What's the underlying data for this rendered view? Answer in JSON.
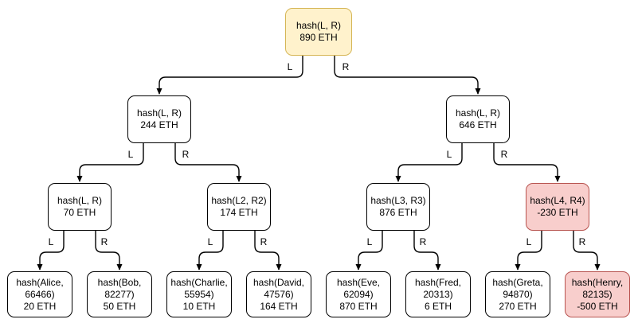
{
  "diagram": {
    "kind": "merkle-sum-tree",
    "currency": "ETH",
    "colors": {
      "background": "#FFFFFF",
      "root_fill": "#FFF2CC",
      "root_border": "#D6B656",
      "default_fill": "#FFFFFF",
      "default_border": "#000000",
      "negative_fill": "#F8CECC",
      "negative_border": "#B85450",
      "edge_stroke": "#000000",
      "text": "#000000"
    },
    "nodes": [
      {
        "id": "root",
        "label": "hash(L, R)",
        "value": "890 ETH",
        "style": "yellow"
      },
      {
        "id": "internal-244",
        "label": "hash(L, R)",
        "value": "244 ETH",
        "style": "default"
      },
      {
        "id": "internal-646",
        "label": "hash(L, R)",
        "value": "646 ETH",
        "style": "default"
      },
      {
        "id": "internal-70",
        "label": "hash(L, R)",
        "value": "70 ETH",
        "style": "default"
      },
      {
        "id": "internal-174",
        "label": "hash(L2, R2)",
        "value": "174 ETH",
        "style": "default"
      },
      {
        "id": "internal-876",
        "label": "hash(L3, R3)",
        "value": "876 ETH",
        "style": "default"
      },
      {
        "id": "internal-neg230",
        "label": "hash(L4, R4)",
        "value": "-230 ETH",
        "style": "red"
      },
      {
        "id": "leaf-alice",
        "label": "hash(Alice, 66466)",
        "value": "20 ETH",
        "style": "default"
      },
      {
        "id": "leaf-bob",
        "label": "hash(Bob, 82277)",
        "value": "50 ETH",
        "style": "default"
      },
      {
        "id": "leaf-charlie",
        "label": "hash(Charlie, 55954)",
        "value": "10 ETH",
        "style": "default"
      },
      {
        "id": "leaf-david",
        "label": "hash(David, 47576)",
        "value": "164 ETH",
        "style": "default"
      },
      {
        "id": "leaf-eve",
        "label": "hash(Eve, 62094)",
        "value": "870 ETH",
        "style": "default"
      },
      {
        "id": "leaf-fred",
        "label": "hash(Fred, 20313)",
        "value": "6 ETH",
        "style": "default"
      },
      {
        "id": "leaf-greta",
        "label": "hash(Greta, 94870)",
        "value": "270 ETH",
        "style": "default"
      },
      {
        "id": "leaf-henry",
        "label": "hash(Henry, 82135)",
        "value": "-500 ETH",
        "style": "red"
      }
    ],
    "edges": [
      {
        "from": "root",
        "to": "internal-244",
        "label": "L"
      },
      {
        "from": "root",
        "to": "internal-646",
        "label": "R"
      },
      {
        "from": "internal-244",
        "to": "internal-70",
        "label": "L"
      },
      {
        "from": "internal-244",
        "to": "internal-174",
        "label": "R"
      },
      {
        "from": "internal-646",
        "to": "internal-876",
        "label": "L"
      },
      {
        "from": "internal-646",
        "to": "internal-neg230",
        "label": "R"
      },
      {
        "from": "internal-70",
        "to": "leaf-alice",
        "label": "L"
      },
      {
        "from": "internal-70",
        "to": "leaf-bob",
        "label": "R"
      },
      {
        "from": "internal-174",
        "to": "leaf-charlie",
        "label": "L"
      },
      {
        "from": "internal-174",
        "to": "leaf-david",
        "label": "R"
      },
      {
        "from": "internal-876",
        "to": "leaf-eve",
        "label": "L"
      },
      {
        "from": "internal-876",
        "to": "leaf-fred",
        "label": "R"
      },
      {
        "from": "internal-neg230",
        "to": "leaf-greta",
        "label": "L"
      },
      {
        "from": "internal-neg230",
        "to": "leaf-henry",
        "label": "R"
      }
    ]
  }
}
